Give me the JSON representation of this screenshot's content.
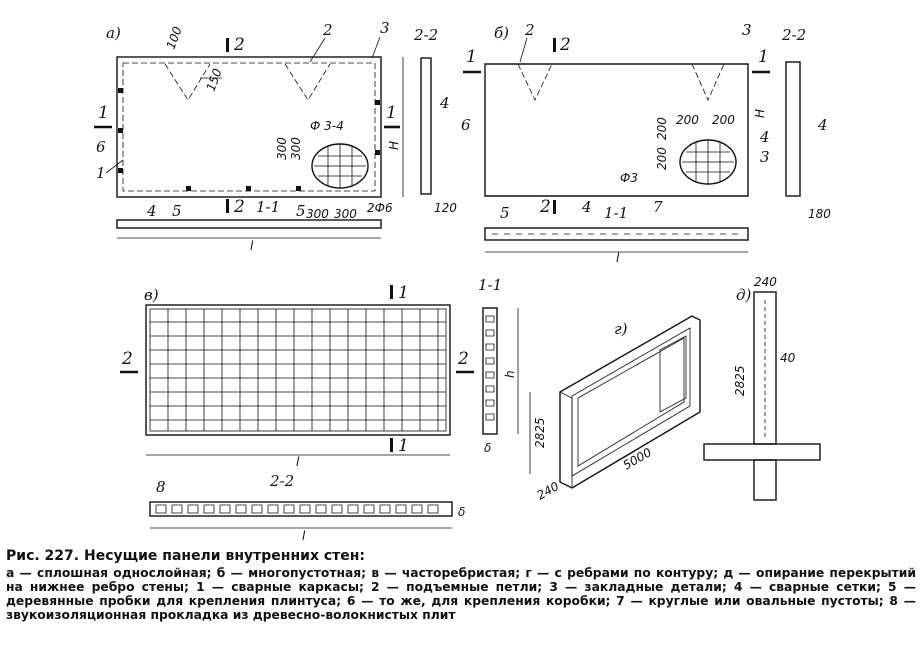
{
  "figure": {
    "title": "Рис. 227. Несущие панели внутренних стен:",
    "legend": "а — сплошная однослойная; б — многопустотная; в — часторебристая; г — с ребрами по контуру; д — опирание перекрытий на нижнее ребро стены; 1 — сварные каркасы; 2 — подъемные петли; 3 — закладные детали; 4 — сварные сетки; 5 — деревянные пробки для крепления плинтуса; 6 — то же, для крепления коробки; 7 — круглые или овальные пустоты; 8 — звукоизоляционная прокладка из древесно-волокнистых плит"
  },
  "panel_a": {
    "letter": "а)",
    "sec_top": "2",
    "sec_bot": "2",
    "sec_left": "1",
    "sec_right": "1",
    "callouts": {
      "c100": "100",
      "c150": "150",
      "c2": "2",
      "c3": "3",
      "c6": "6",
      "c1": "1",
      "c5a": "5",
      "c5b": "5",
      "c4": "4"
    },
    "mesh_label": "Ф 3-4",
    "dims": {
      "d300a": "300",
      "d300b": "300",
      "d300c": "300",
      "d300d": "300",
      "H": "H",
      "phi6": "2Ф6",
      "l": "l"
    },
    "section_22": {
      "title": "2-2",
      "c4": "4",
      "d120": "120"
    },
    "section_11": {
      "title": "1-1"
    }
  },
  "panel_b": {
    "letter": "б)",
    "sec_top": "2",
    "sec_bot": "2",
    "sec_left": "1",
    "sec_right": "1",
    "callouts": {
      "c2": "2",
      "c3a": "3",
      "c3b": "3",
      "c4": "4",
      "c6": "6",
      "c5": "5",
      "c4b": "4",
      "c7": "7"
    },
    "mesh_label": "Ф3",
    "dims": {
      "d200a": "200",
      "d200b": "200",
      "d200c": "200",
      "d200d": "200",
      "H": "H",
      "l": "l"
    },
    "section_22": {
      "title": "2-2",
      "c4": "4",
      "d180": "180"
    },
    "section_11": {
      "title": "1-1"
    }
  },
  "panel_v": {
    "letter": "в)",
    "sec_top": "1",
    "sec_bot": "1",
    "sec_left": "2",
    "sec_right": "2",
    "dims": {
      "l": "l",
      "l2": "l",
      "h": "h",
      "delta": "δ",
      "delta2": "δ"
    },
    "section_11": {
      "title": "1-1"
    },
    "section_22": {
      "title": "2-2",
      "c8": "8"
    }
  },
  "panel_g": {
    "letter": "г)",
    "dims": {
      "height": "2825",
      "length": "5000",
      "thick": "240"
    }
  },
  "panel_d": {
    "letter": "д)",
    "dims": {
      "top": "240",
      "height": "2825",
      "d40": "40"
    }
  }
}
